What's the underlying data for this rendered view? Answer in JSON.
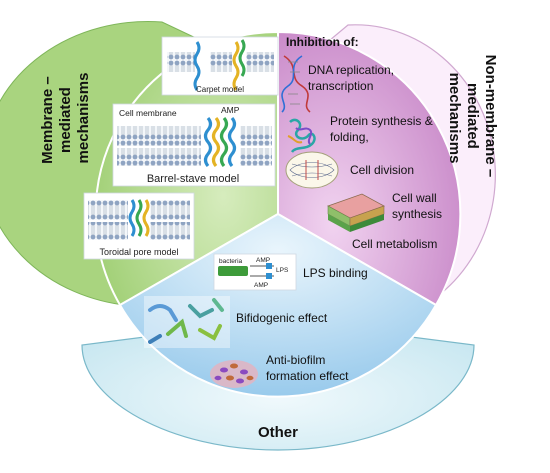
{
  "labels": {
    "membrane_mechanisms": [
      "Membrane –",
      "mediated",
      "mechanisms"
    ],
    "non_membrane_mechanisms": [
      "Non-membrane –",
      "mediated",
      "mechanisms"
    ],
    "other": "Other"
  },
  "membrane_sector": {
    "carpet_model": "Carpet model",
    "cell_membrane": "Cell membrane",
    "amp": "AMP",
    "barrel_stave_model": "Barrel-stave model",
    "toroidal_pore_model": "Toroidal pore model"
  },
  "non_membrane_sector": {
    "heading": "Inhibition of:",
    "items": {
      "dna": [
        "DNA replication,",
        "transcription"
      ],
      "protein": [
        "Protein synthesis &",
        "folding,"
      ],
      "cell_division": "Cell division",
      "cell_wall": [
        "Cell wall",
        "synthesis"
      ],
      "cell_metabolism": "Cell metabolism"
    }
  },
  "other_sector": {
    "lps_diagram": {
      "bacteria": "bacteria",
      "amp_top": "AMP",
      "lps": "LPS",
      "amp_bottom": "AMP"
    },
    "lps_binding": "LPS binding",
    "bifidogenic": "Bifidogenic effect",
    "anti_biofilm": [
      "Anti-biofilm",
      "formation effect"
    ]
  },
  "colors": {
    "membrane_green": "#b6dc91",
    "membrane_green_outer": "#a6d17c",
    "non_membrane_pink": "#d79ad6",
    "non_membrane_outer": "#f7e6f6",
    "other_blue": "#b2d8f1",
    "other_outer": "#dff1f7"
  }
}
